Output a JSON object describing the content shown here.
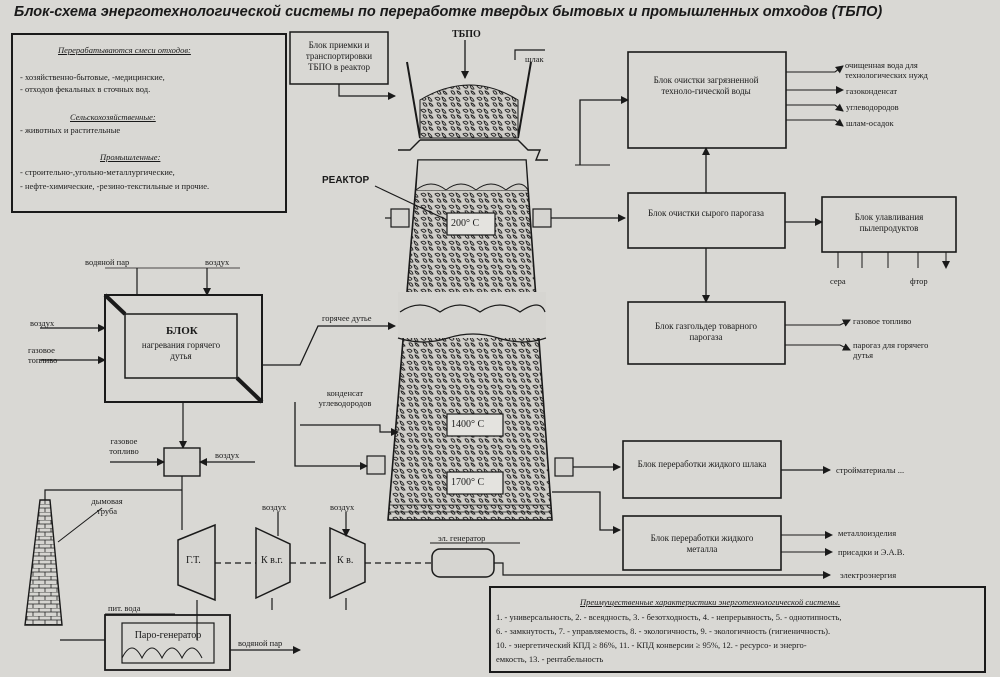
{
  "title": "Блок-схема энерготехнологической системы по переработке твердых бытовых и промышленных отходов (ТБПО)",
  "waste_box": {
    "h1": "Перерабатываются смеси отходов:",
    "l1": "- хозяйственно-бытовые, -медицинские,",
    "l2": "- отходов фекальных в сточных вод.",
    "h2": "Сельскохозяйственные:",
    "l3": "- животных и растительные",
    "h3": "Промышленные:",
    "l4": "- строительно-,угольно-металлургические,",
    "l5": "- нефте-химические, -резино-текстильные и прочие."
  },
  "feed_block": "Блок приемки и транспортировки ТБПО в реактор",
  "tbpo_label": "ТБПО",
  "shlak_label": "шлак",
  "reactor_label": "РЕАКТОР",
  "temps": [
    "200° С",
    "1400° С",
    "1700° С"
  ],
  "heat_block": {
    "title": "БЛОК",
    "sub": "нагревания горячего дутья"
  },
  "heat_inputs": {
    "steam": "водяной пар",
    "air_top": "воздух",
    "air": "воздух",
    "gas_fuel": "газовое топливо"
  },
  "hot_blast": "горячее дутье",
  "condensate": "конденсат углеводородов",
  "mixer": {
    "gas_fuel": "газовое топливо",
    "air": "воздух"
  },
  "chimney": "дымовая труба",
  "turbines": {
    "gt": "Г.Т.",
    "kvg": "К в.г.",
    "kv": "К в.",
    "kv_in": "воздух",
    "kvg_in": "воздух"
  },
  "generator": "эл. генератор",
  "electricity": "электроэнергия",
  "steam_gen": {
    "title": "Паро-генератор",
    "in": "пит. вода",
    "out": "водяной пар"
  },
  "water_block": {
    "title": "Блок очистки загрязненной техноло-гической воды",
    "outs": [
      "очищенная вода для технологических нужд",
      "газоконденсат",
      "углеводородов",
      "шлам-осадок"
    ]
  },
  "raw_gas_block": "Блок очистки сырого парогаза",
  "dust_block": {
    "title": "Блок улавливания пылепродуктов",
    "outs": [
      "сера",
      "фтор"
    ]
  },
  "product_gas_block": {
    "title": "Блок газгольдер товарного парогаза",
    "outs": [
      "газовое топливо",
      "парогаз для горячего дутья"
    ]
  },
  "slag_block": {
    "title": "Блок переработки жидкого шлака",
    "out": "стройматериалы ..."
  },
  "metal_block": {
    "title": "Блок переработки жидкого металла",
    "outs": [
      "металлоизделия",
      "присадки и Э.А.В."
    ]
  },
  "advantages": {
    "header": "Преимущественные характеристики энерготехнологической системы.",
    "l1": "1. - универсальность, 2. - всеядность, 3. - безотходность, 4. - непрерывность, 5. - однотипность,",
    "l2": "6. - замкнутость, 7. - управляемость, 8. - экологичность, 9. - экологичность (гигиеничность).",
    "l3": "10. - энергетический КПД ≥ 86%, 11. - КПД конверсии ≥ 95%, 12. - ресурсо- и энерго-",
    "l4": "емкость, 13. - рентабельность"
  }
}
